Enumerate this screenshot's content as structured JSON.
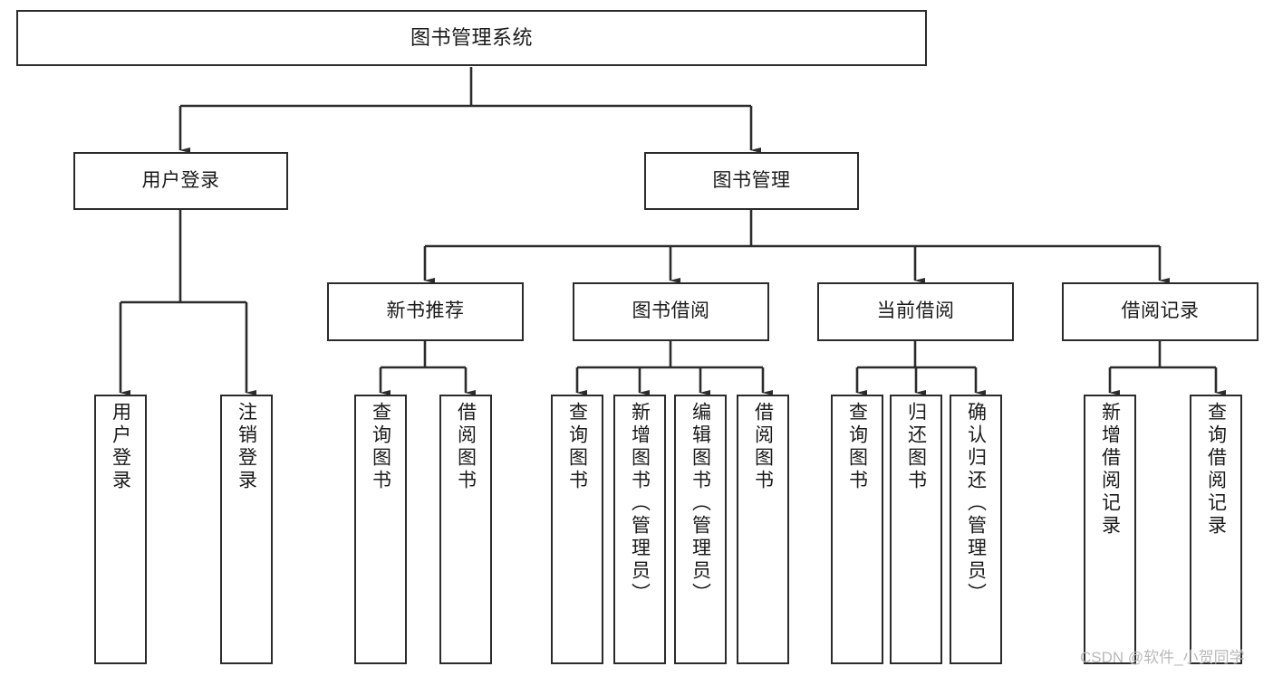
{
  "diagram": {
    "title": "图书管理系统",
    "type": "tree",
    "orientation": "top-down",
    "colors": {
      "box_border": "#2b2b2b",
      "box_fill": "#ffffff",
      "edge": "#2b2b2b",
      "text": "#1a1a1a",
      "watermark": "#b9b9b9",
      "background": "#ffffff"
    },
    "watermark": "CSDN @软件_小贺同学"
  },
  "nodes": {
    "root": {
      "label": "图书管理系统",
      "level": 0
    },
    "level1": [
      {
        "id": "user-login",
        "label": "用户登录"
      },
      {
        "id": "book-manage",
        "label": "图书管理"
      }
    ],
    "level2": [
      {
        "id": "new-book-recommend",
        "label": "新书推荐",
        "parent": "book-manage"
      },
      {
        "id": "book-borrow",
        "label": "图书借阅",
        "parent": "book-manage"
      },
      {
        "id": "current-borrow",
        "label": "当前借阅",
        "parent": "book-manage"
      },
      {
        "id": "borrow-record",
        "label": "借阅记录",
        "parent": "book-manage"
      }
    ],
    "leaves": [
      {
        "id": "leaf-user-login",
        "label": "用户登录",
        "parent": "user-login"
      },
      {
        "id": "leaf-logout",
        "label": "注销登录",
        "parent": "user-login"
      },
      {
        "id": "leaf-query-book-1",
        "label": "查询图书",
        "parent": "new-book-recommend"
      },
      {
        "id": "leaf-borrow-book-1",
        "label": "借阅图书",
        "parent": "new-book-recommend"
      },
      {
        "id": "leaf-query-book-2",
        "label": "查询图书",
        "parent": "book-borrow"
      },
      {
        "id": "leaf-add-book",
        "label": "新增图书（管理员）",
        "parent": "book-borrow"
      },
      {
        "id": "leaf-edit-book",
        "label": "编辑图书（管理员）",
        "parent": "book-borrow"
      },
      {
        "id": "leaf-borrow-book-2",
        "label": "借阅图书",
        "parent": "book-borrow"
      },
      {
        "id": "leaf-query-book-3",
        "label": "查询图书",
        "parent": "current-borrow"
      },
      {
        "id": "leaf-return-book",
        "label": "归还图书",
        "parent": "current-borrow"
      },
      {
        "id": "leaf-confirm-return",
        "label": "确认归还（管理员）",
        "parent": "current-borrow"
      },
      {
        "id": "leaf-add-record",
        "label": "新增借阅记录",
        "parent": "borrow-record"
      },
      {
        "id": "leaf-query-record",
        "label": "查询借阅记录",
        "parent": "borrow-record"
      }
    ]
  }
}
